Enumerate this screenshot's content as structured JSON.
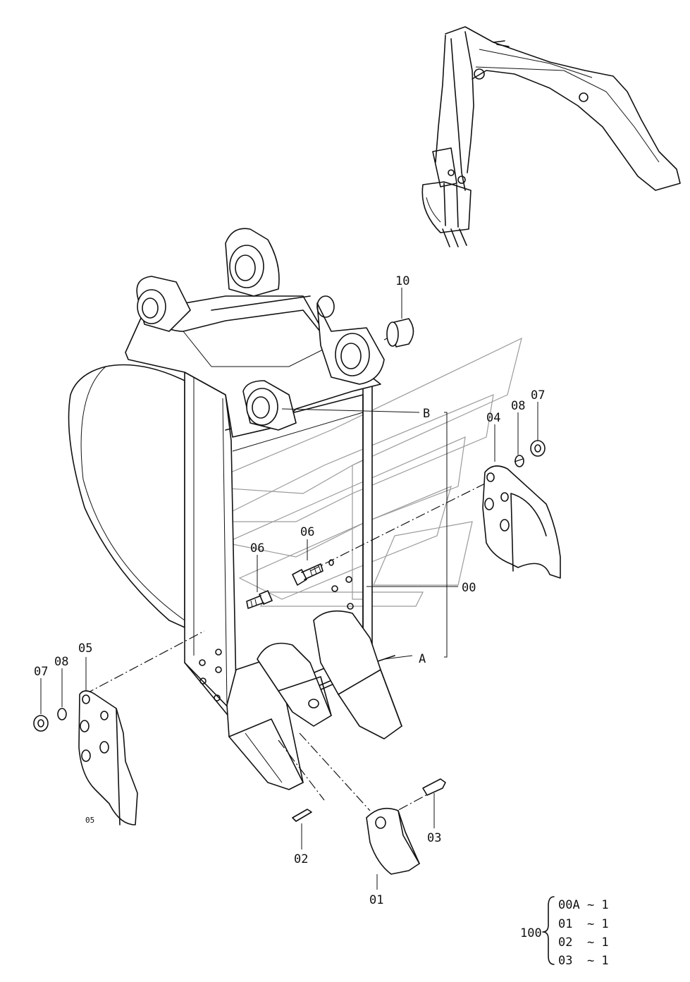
{
  "callouts": {
    "p10": "10",
    "pB": "B",
    "pA": "A",
    "p00": "00",
    "p04": "04",
    "p08_right": "08",
    "p07_right": "07",
    "p06_upper": "06",
    "p06_lower": "06",
    "p05": "05",
    "p08_left": "08",
    "p07_left": "07",
    "p02": "02",
    "p01": "01",
    "p03": "03",
    "p05_small": "05"
  },
  "kit": {
    "number": "100",
    "lines": [
      "00A ~ 1",
      "01  ~ 1",
      "02  ~ 1",
      "03  ~ 1"
    ]
  }
}
